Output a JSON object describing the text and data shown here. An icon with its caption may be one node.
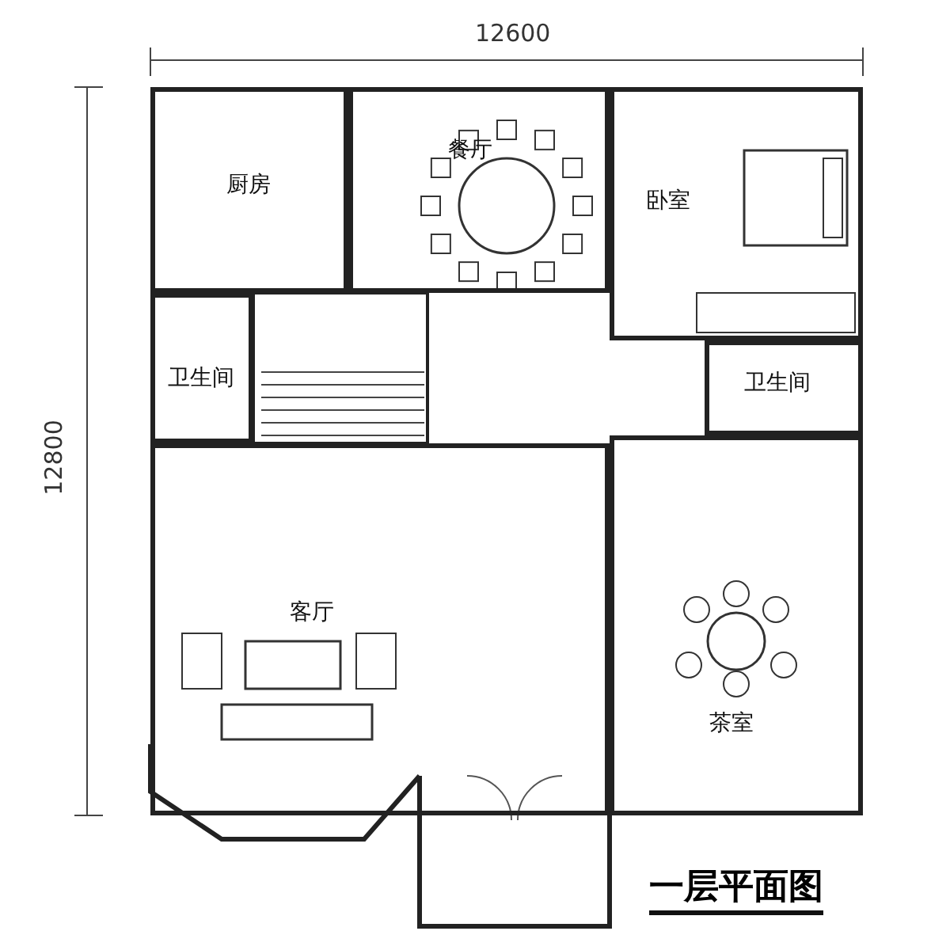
{
  "diagram": {
    "title": "一层平面图",
    "nodes": [
      {
        "text": [
          "厨房"
        ]
      },
      {
        "text": [
          "餐厅"
        ]
      },
      {
        "text": [
          "卧室"
        ]
      },
      {
        "text": [
          "卫生间"
        ]
      },
      {
        "text": [
          "卫生间"
        ]
      },
      {
        "text": [
          "客厅"
        ]
      },
      {
        "text": [
          "茶室"
        ]
      }
    ],
    "labels": [
      "12600",
      "12800"
    ]
  }
}
